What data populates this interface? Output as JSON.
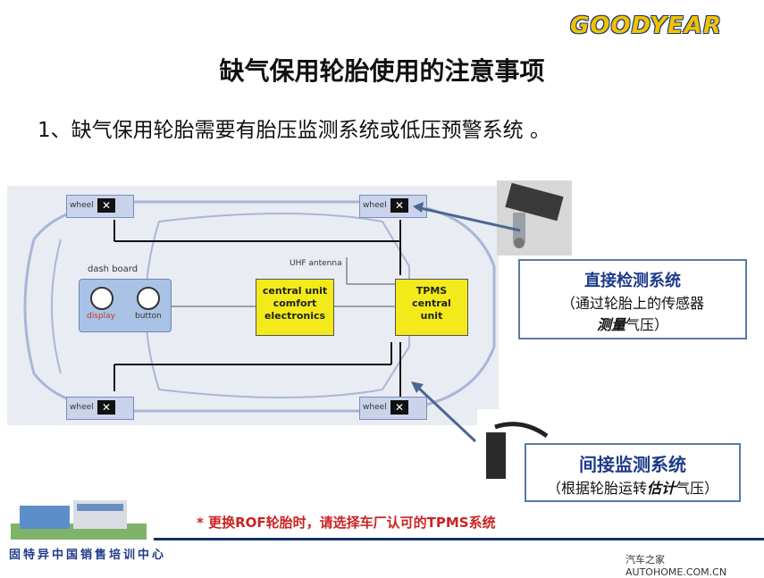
{
  "header": {
    "brand_logo": "GOODYEAR",
    "title": "缺气保用轮胎使用的注意事项"
  },
  "content": {
    "point_1": "1、缺气保用轮胎需要有胎压监测系统或低压预警系统 。"
  },
  "diagram": {
    "wheel_labels": [
      "wheel",
      "wheel",
      "wheel",
      "wheel"
    ],
    "dash_board_label": "dash board",
    "display_label": "display",
    "button_label": "button",
    "central_unit_label": [
      "central unit",
      "comfort",
      "electronics"
    ],
    "tpms_unit_label": [
      "TPMS",
      "central",
      "unit"
    ],
    "antenna_label": "UHF antenna"
  },
  "callouts": {
    "direct": {
      "heading": "直接检测系统",
      "line1": "（通过轮胎上的传感器",
      "line2_emph": "测量",
      "line2_rest": "气压）"
    },
    "indirect": {
      "heading": "间接监测系统",
      "line_prefix": "（根据轮胎运转",
      "line_emph": "估计",
      "line_suffix": "气压）"
    }
  },
  "footer": {
    "note": "* 更换ROF轮胎时，请选择车厂认可的TPMS系统",
    "center_name": "固特异中国销售培训中心",
    "watermark": "汽车之家 AUTOHOME.COM.CN"
  },
  "colors": {
    "title_text": "#111111",
    "accent_blue": "#1e3b8a",
    "note_red": "#cc2222",
    "brand_yellow": "#f2c200",
    "unit_yellow": "#f2ea1a"
  }
}
